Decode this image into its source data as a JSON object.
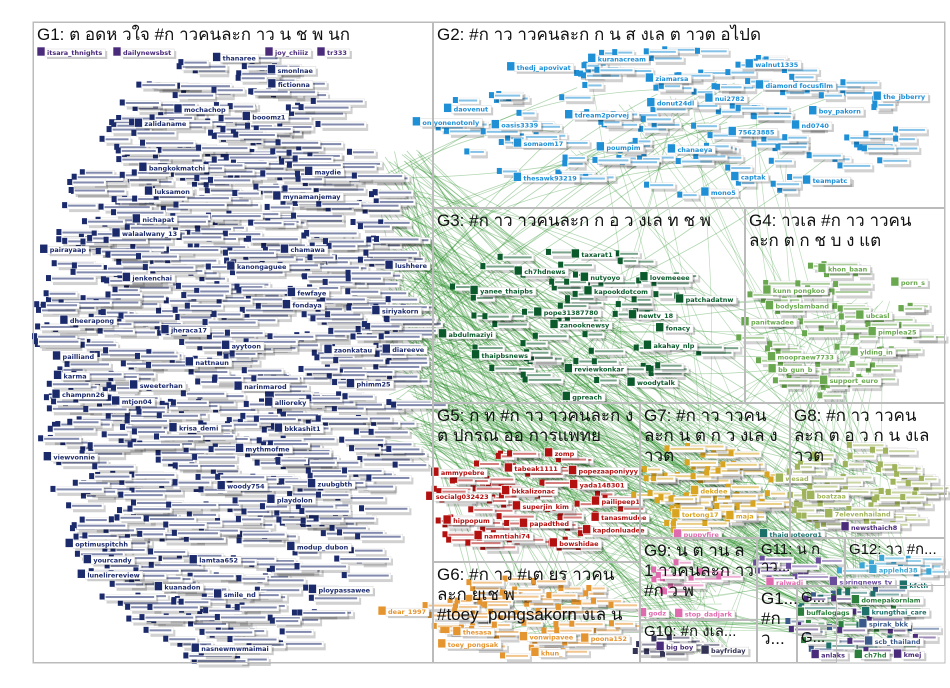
{
  "groups": [
    {
      "id": "G1",
      "label": "G1: ต อดห วใจ #ก าวคนละก าว น ช พ นก",
      "color": "#1b2a6b",
      "nodes": [
        "booomz1",
        "diareeve",
        "maydie",
        "nasnewmwmaimai",
        "jenkenchai",
        "ploypassawee",
        "yourcandy",
        "narinmarod",
        "mythmofme",
        "dheerapong",
        "walaalwany_13",
        "modup_dubon",
        "bkkashit1",
        "pailliand",
        "smonlnae",
        "zuubgbth",
        "kuanadon",
        "luksamon",
        "ayytoon",
        "nattnaun",
        "mochachop",
        "sweeterhan",
        "viewvonnie",
        "zaonkatau",
        "chamawa",
        "mynamanjemay",
        "lunelirereview",
        "bangkokmatchi",
        "kanongaguee",
        "woody754",
        "mtjon04",
        "fictionna",
        "pairayaap",
        "lamtaa652",
        "champnn26",
        "fewfaye",
        "playdolon",
        "krisa_demi",
        "siriyakorn",
        "nichapat",
        "phimm25",
        "karma",
        "zalidaname",
        "allioreky",
        "fondaya",
        "jheraca17",
        "thanaree",
        "smile_nd",
        "optimuspitchh",
        "lushhere"
      ]
    },
    {
      "id": "G2",
      "label": "G2: #ก าว าวคนละก ก น ส งเล ต าวต อไปด",
      "color": "#1f8fd6",
      "nodes": [
        "boy_pakorn",
        "nd0740",
        "kuranacream",
        "daovenut",
        "somaom17",
        "donut24dl",
        "nui2782",
        "walnut1335",
        "chanaeya",
        "ziamarsa",
        "diamond focusfilm",
        "thesawk93219",
        "mono5",
        "the_jbberry",
        "tdream2porvej",
        "onlyonenotonly",
        "thedj_apovivat",
        "poumpim",
        "captak",
        "75623885",
        "oasis3339",
        "teampatc"
      ]
    },
    {
      "id": "G3",
      "label": "G3: #ก าว าวคนละก ก อ ว งเล ท ช พ",
      "color": "#0b5a2c",
      "nodes": [
        "yanee_thaipbs",
        "newtv_18",
        "woodytalk",
        "ch7hdnews",
        "akahay_nlp",
        "thaipbsnews",
        "kapookdotcom",
        "patchadatnw",
        "zanooknewsy",
        "pope31387780",
        "taxarat1",
        "reviewkonkar",
        "abdulmaziyi",
        "nutyoyo",
        "lovemeeee",
        "gpreach",
        "fonacy"
      ]
    },
    {
      "id": "G4",
      "label": "G4: าวเล #ก าว าวคนละก ต ก ช บ ง แต",
      "color": "#6aa84f",
      "nodes": [
        "support_euro",
        "khon_baan",
        "bodyslamband",
        "kunn pongkoo",
        "pimplea25",
        "moopraew7733",
        "porn_s",
        "panitwadee",
        "ubcasl",
        "ylding_in",
        "bb_gun_b"
      ]
    },
    {
      "id": "G5",
      "label": "G5: ก ท #ก าว าวคนละก ง ต ปกรณ ออ การแพทย",
      "color": "#b31010",
      "nodes": [
        "socialg032423",
        "hippopum",
        "superjin_kim",
        "namntiahi74",
        "papadthed",
        "yada148301",
        "bowshidae",
        "zomp",
        "ammypebre",
        "kapdonluadee",
        "popezaaponiyyy",
        "bkkalizonac",
        "pailipeep1",
        "tanasmudee",
        "tabeak1111"
      ]
    },
    {
      "id": "G6",
      "label": "G6: #ก าว #เต ยร าวคนละก ยเช พ #toey_pongsakorn งเล น",
      "color": "#e5952f",
      "nodes": [
        "khun_",
        "toey_pongsak",
        "poona152",
        "vonwipavee",
        "thesasa",
        "dear_1997"
      ]
    },
    {
      "id": "G7",
      "label": "G7: #ก าว าวคนละก น ต ก ว งเล ง าวต",
      "color": "#d9a521",
      "nodes": [
        "dekdee",
        "maja",
        "tortong17"
      ]
    },
    {
      "id": "G8",
      "label": "G8: #ก าว าวคนละก ต อ ว ก น งเล าวต",
      "color": "#9fb35a",
      "nodes": [
        "7elevenhailand",
        "boatzaa",
        "wesad"
      ]
    },
    {
      "id": "G9",
      "label": "G9: น ต าน ล 1 าวคนละก าว #ก ว พ",
      "color": "#e06aae",
      "nodes": [
        "stop_dadjark",
        "ralwadi",
        "puppyfire",
        "godz"
      ]
    },
    {
      "id": "G10",
      "label": "G10: #ก งเล...",
      "color": "#333355",
      "nodes": [
        "bayfriday"
      ]
    },
    {
      "id": "G11",
      "label": "G11: น ก าว...",
      "color": "#6a4c9c",
      "nodes": [
        "springnews_tv"
      ]
    },
    {
      "id": "G12",
      "label": "G12: าว #ก...",
      "color": "#39a6d6",
      "nodes": [
        "applehd38"
      ]
    },
    {
      "id": "G13",
      "label": "G1... #ก ว...",
      "color": "#3b5a8c",
      "nodes": [
        "scb_thailand",
        "spirak_bkk"
      ]
    },
    {
      "id": "G14",
      "label": "G...",
      "color": "#2a7d3a",
      "nodes": [
        "domepakornlam",
        "ch7hd",
        "buffalogags"
      ]
    },
    {
      "id": "G15",
      "label": "G...",
      "color": "#1d6f6a",
      "nodes": [
        "krungthai_care",
        "thaiquoteorg1",
        "kfcth"
      ]
    },
    {
      "id": "G16",
      "label": "",
      "color": "#4a2a7a",
      "nodes": [
        "newsthaich8",
        "itsara_thnights",
        "anlaks",
        "dailynewsbst",
        "joy_chiiiz",
        "kmej",
        "tr333",
        "big boy"
      ]
    }
  ],
  "edge_color": "#1f8a1f"
}
